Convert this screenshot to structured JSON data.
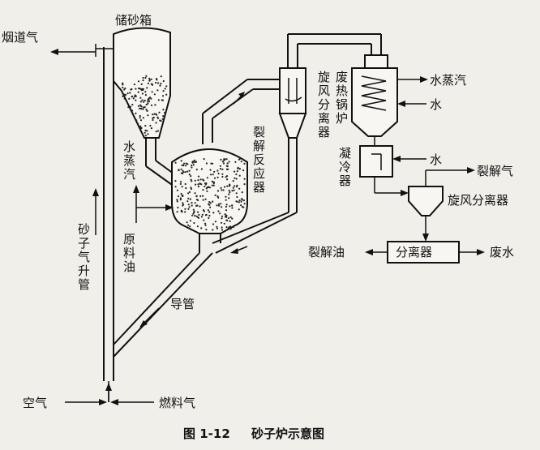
{
  "labels": {
    "sand_bin": "储砂箱",
    "flue_gas": "烟道气",
    "cyclone_1": "旋风分离器",
    "waste_heat_boiler": "废热锅炉",
    "steam_out": "水蒸汽",
    "water_boiler": "水",
    "cracking_reactor": "裂解反应器",
    "condenser": "凝冷器",
    "water_condenser": "水",
    "cracked_gas": "裂解气",
    "cyclone_2": "旋风分离器",
    "steam_in": "水蒸汽",
    "raw_oil": "原料油",
    "riser": "砂子气升管",
    "separator": "分离器",
    "cracked_oil": "裂解油",
    "waste_water": "废水",
    "guide_pipe": "导管",
    "air": "空气",
    "fuel_gas": "燃料气"
  },
  "caption": {
    "number": "图 1-12",
    "title": "砂子炉示意图"
  }
}
